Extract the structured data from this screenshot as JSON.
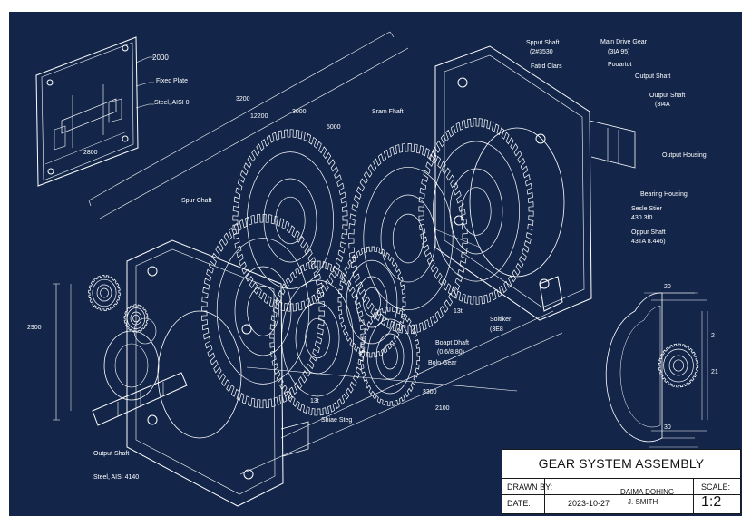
{
  "drawing": {
    "labels": {
      "dim_2000": "2000",
      "fixed_plate": "Fixed Plate",
      "steel_aisi_top": "Steel, AISI 0",
      "dim_3200": "3200",
      "dim_12200": "12200",
      "dim_3000": "3000",
      "dim_5000": "5000",
      "spur_shaft_center": "Sram Fhaft",
      "spur_shaft_top": "Spput Shaft",
      "spur_shaft_top_spec": "(2#3530",
      "fixed_gears": "Fatrd Clars",
      "main_drive_gear": "Main Drive Gear",
      "main_drive_gear_spec": "(3IA 95)",
      "bearing_top": "Pooartot",
      "output_shaft_right": "Output Shaft",
      "output_shaft_right2": "Output Shaft",
      "output_shaft_right2_spec": "(3I4A",
      "output_housing": "Output Housing",
      "bearing_housing": "Bearing Housing",
      "scale_stier": "Sesle Stier",
      "scale_stier_spec": "430 3f0",
      "output_shaft_right3": "Oppur Shaft",
      "output_shaft_right3_spec": "43TA 8.446)",
      "spur_shaft_left": "Spur Chaft",
      "dim_2900": "2900",
      "dim_131_center": "13t",
      "softiker": "Soltiker",
      "softiker_spec": "(3E8",
      "bolt_shaft": "Boapt Dhaft",
      "bolt_shaft_spec": "(0.6/8.80)",
      "bolt_gear": "Boln Gear",
      "dim_131_lower": "13t",
      "dim_3300": "3300",
      "dim_2100": "2100",
      "shaft_step": "Shiae Steg",
      "output_shaft_left": "Output Shaft",
      "steel_aisi_4140": "Steel, AISI 4140",
      "dim_20": "20",
      "dim_30": "30",
      "dim_2_detail": "2",
      "dim_21_detail": "21",
      "dim_2800": "2800"
    }
  },
  "title_block": {
    "title": "GEAR SYSTEM ASSEMBLY",
    "drawn_by_label": "DRAWN BY:",
    "date_label": "DATE:",
    "date_value": "2023-10-27",
    "drafter_line1": "DAIMA DOHING",
    "drafter_line2": "J. SMITH",
    "scale_label": "SCALE:",
    "scale_value": "1:2"
  },
  "colors": {
    "background": "#13264a",
    "line": "#ffffff"
  }
}
